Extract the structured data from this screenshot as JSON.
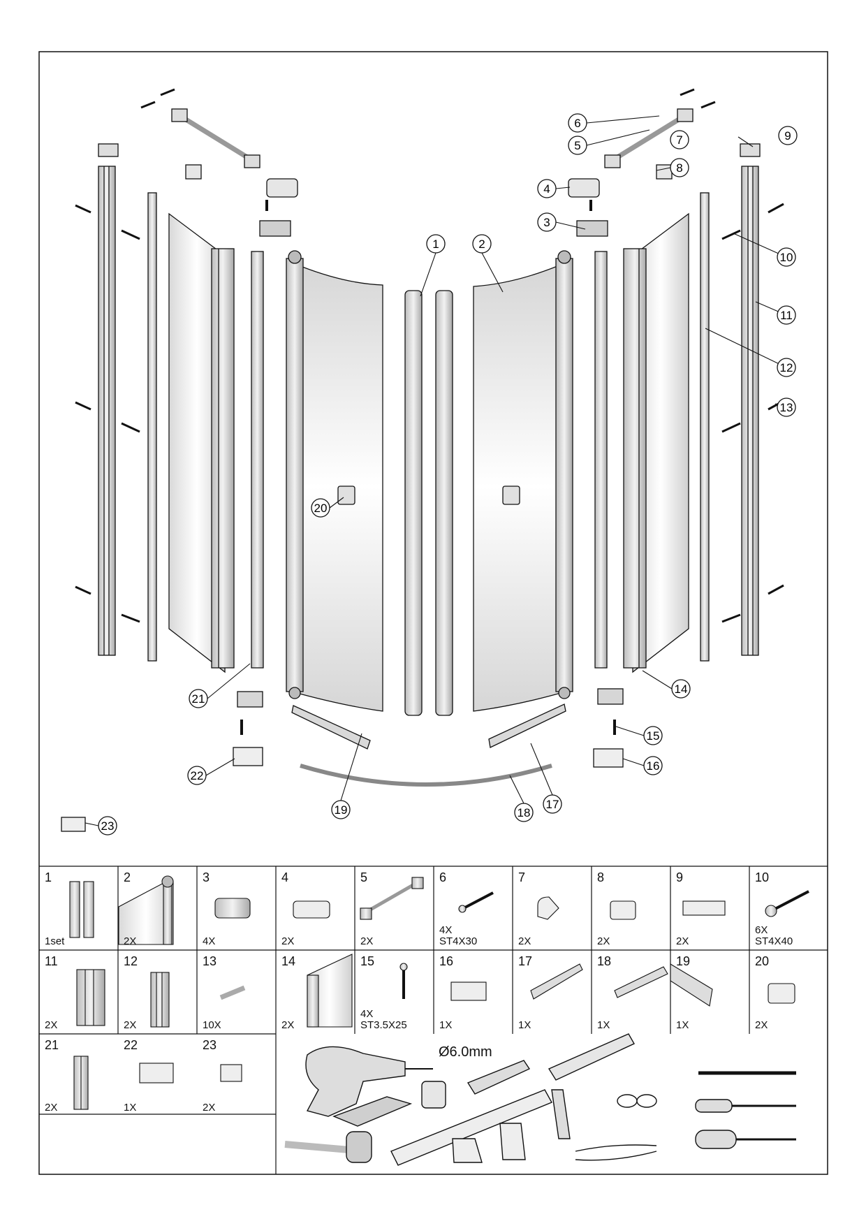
{
  "callouts": [
    {
      "num": "1"
    },
    {
      "num": "2"
    },
    {
      "num": "3"
    },
    {
      "num": "4"
    },
    {
      "num": "5"
    },
    {
      "num": "6"
    },
    {
      "num": "7"
    },
    {
      "num": "8"
    },
    {
      "num": "9"
    },
    {
      "num": "10"
    },
    {
      "num": "11"
    },
    {
      "num": "12"
    },
    {
      "num": "13"
    },
    {
      "num": "14"
    },
    {
      "num": "15"
    },
    {
      "num": "16"
    },
    {
      "num": "17"
    },
    {
      "num": "18"
    },
    {
      "num": "19"
    },
    {
      "num": "20"
    },
    {
      "num": "21"
    },
    {
      "num": "22"
    },
    {
      "num": "23"
    }
  ],
  "parts": [
    {
      "num": "1",
      "qty": "1set",
      "spec": ""
    },
    {
      "num": "2",
      "qty": "2X",
      "spec": ""
    },
    {
      "num": "3",
      "qty": "4X",
      "spec": ""
    },
    {
      "num": "4",
      "qty": "2X",
      "spec": ""
    },
    {
      "num": "5",
      "qty": "2X",
      "spec": ""
    },
    {
      "num": "6",
      "qty": "4X",
      "spec": "ST4X30"
    },
    {
      "num": "7",
      "qty": "2X",
      "spec": ""
    },
    {
      "num": "8",
      "qty": "2X",
      "spec": ""
    },
    {
      "num": "9",
      "qty": "2X",
      "spec": ""
    },
    {
      "num": "10",
      "qty": "6X",
      "spec": "ST4X40"
    },
    {
      "num": "11",
      "qty": "2X",
      "spec": ""
    },
    {
      "num": "12",
      "qty": "2X",
      "spec": ""
    },
    {
      "num": "13",
      "qty": "10X",
      "spec": ""
    },
    {
      "num": "14",
      "qty": "2X",
      "spec": ""
    },
    {
      "num": "15",
      "qty": "4X",
      "spec": "ST3.5X25"
    },
    {
      "num": "16",
      "qty": "1X",
      "spec": ""
    },
    {
      "num": "17",
      "qty": "1X",
      "spec": ""
    },
    {
      "num": "18",
      "qty": "1X",
      "spec": ""
    },
    {
      "num": "19",
      "qty": "1X",
      "spec": ""
    },
    {
      "num": "20",
      "qty": "2X",
      "spec": ""
    },
    {
      "num": "21",
      "qty": "2X",
      "spec": ""
    },
    {
      "num": "22",
      "qty": "1X",
      "spec": ""
    },
    {
      "num": "23",
      "qty": "2X",
      "spec": ""
    }
  ],
  "tools": {
    "drill_bit": "Ø6.0mm",
    "items": [
      "drill-icon",
      "sandpaper-icon",
      "tape-measure-icon",
      "utility-knife-icon",
      "spirit-level-icon",
      "silicone-gun-icon",
      "safety-glasses-icon",
      "pencil-icon",
      "flat-screwdriver-icon",
      "phillips-screwdriver-icon",
      "rubber-mallet-icon",
      "safety-boot-icon",
      "gloves-icon",
      "pliers-icon"
    ]
  }
}
